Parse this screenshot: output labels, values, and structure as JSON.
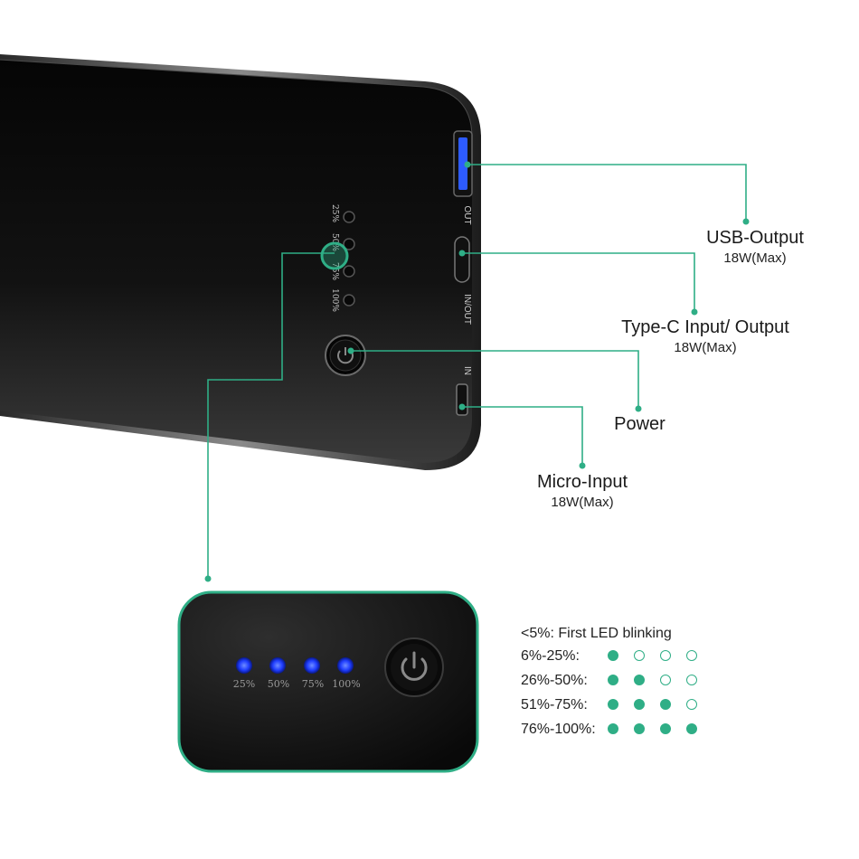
{
  "device": {
    "indicator_labels": [
      "25%",
      "50%",
      "75%",
      "100%"
    ],
    "port_labels": {
      "out": "OUT",
      "in_out": "IN/OUT",
      "in": "IN"
    }
  },
  "callouts": {
    "usb_output": {
      "title": "USB-Output",
      "sub": "18W(Max)"
    },
    "type_c": {
      "title": "Type-C Input/ Output",
      "sub": "18W(Max)"
    },
    "power": {
      "title": "Power"
    },
    "micro_input": {
      "title": "Micro-Input",
      "sub": "18W(Max)"
    }
  },
  "inset": {
    "led_labels": [
      "25%",
      "50%",
      "75%",
      "100%"
    ]
  },
  "legend": {
    "blinking_note": "<5%: First LED blinking",
    "rows": [
      {
        "label": "6%-25%:",
        "leds": [
          true,
          false,
          false,
          false
        ]
      },
      {
        "label": "26%-50%:",
        "leds": [
          true,
          true,
          false,
          false
        ]
      },
      {
        "label": "51%-75%:",
        "leds": [
          true,
          true,
          true,
          false
        ]
      },
      {
        "label": "76%-100%:",
        "leds": [
          true,
          true,
          true,
          true
        ]
      }
    ]
  },
  "colors": {
    "accent": "#2fae86",
    "led_blue": "#1e3cff",
    "device": "#0d0d0d"
  }
}
